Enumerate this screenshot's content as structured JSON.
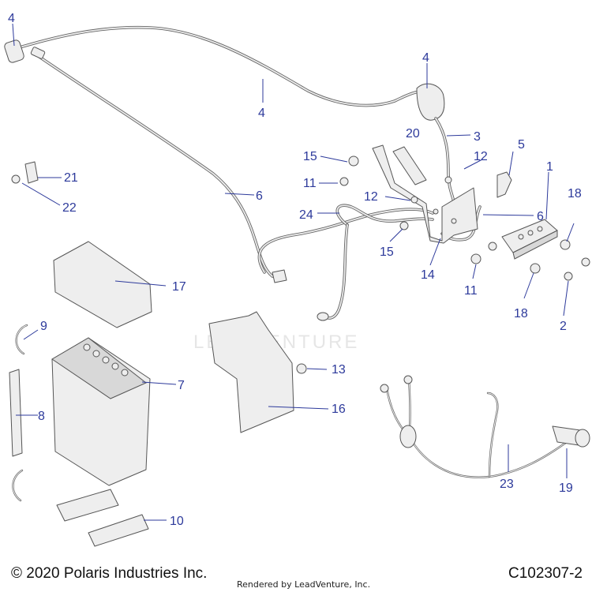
{
  "footer": {
    "copyright": "© 2020 Polaris Industries Inc.",
    "rendered_by": "Rendered by LeadVenture, Inc.",
    "figure_id": "C102307-2"
  },
  "watermark": {
    "text": "LEADVENTURE"
  },
  "callouts": {
    "c4a": "4",
    "c4b": "4",
    "c4c": "4",
    "c20": "20",
    "c3": "3",
    "c5": "5",
    "c1": "1",
    "c15a": "15",
    "c12a": "12",
    "c21": "21",
    "c11a": "11",
    "c22": "22",
    "c6a": "6",
    "c12b": "12",
    "c18a": "18",
    "c24": "24",
    "c6b": "6",
    "c15b": "15",
    "c14": "14",
    "c11b": "11",
    "c17": "17",
    "c18b": "18",
    "c2": "2",
    "c9": "9",
    "c7": "7",
    "c13": "13",
    "c8": "8",
    "c16": "16",
    "c23": "23",
    "c19": "19",
    "c10": "10"
  },
  "colors": {
    "callout": "#2d3a9b",
    "line_art": "#555555",
    "part_fill": "#eeeeee"
  }
}
